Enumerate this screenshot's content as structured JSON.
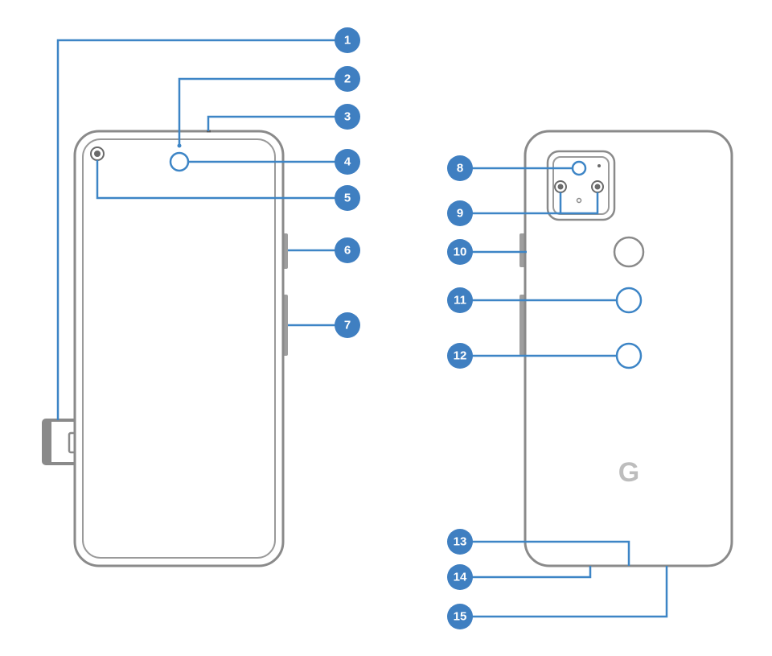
{
  "colors": {
    "callout_fill": "#3f7fc1",
    "leader_line": "#3d85c6",
    "phone_outline": "#8a8a8a",
    "phone_inner": "#9a9a9a",
    "button_fill": "#9e9e9e",
    "logo": "#bdbdbd",
    "background": "#ffffff"
  },
  "callouts": [
    {
      "id": "1",
      "label": "1"
    },
    {
      "id": "2",
      "label": "2"
    },
    {
      "id": "3",
      "label": "3"
    },
    {
      "id": "4",
      "label": "4"
    },
    {
      "id": "5",
      "label": "5"
    },
    {
      "id": "6",
      "label": "6"
    },
    {
      "id": "7",
      "label": "7"
    },
    {
      "id": "8",
      "label": "8"
    },
    {
      "id": "9",
      "label": "9"
    },
    {
      "id": "10",
      "label": "10"
    },
    {
      "id": "11",
      "label": "11"
    },
    {
      "id": "12",
      "label": "12"
    },
    {
      "id": "13",
      "label": "13"
    },
    {
      "id": "14",
      "label": "14"
    },
    {
      "id": "15",
      "label": "15"
    }
  ],
  "back_logo": {
    "text": "G",
    "icon": "google-g-logo"
  },
  "views": [
    {
      "name": "front",
      "icon": "phone-front"
    },
    {
      "name": "back",
      "icon": "phone-back"
    }
  ]
}
